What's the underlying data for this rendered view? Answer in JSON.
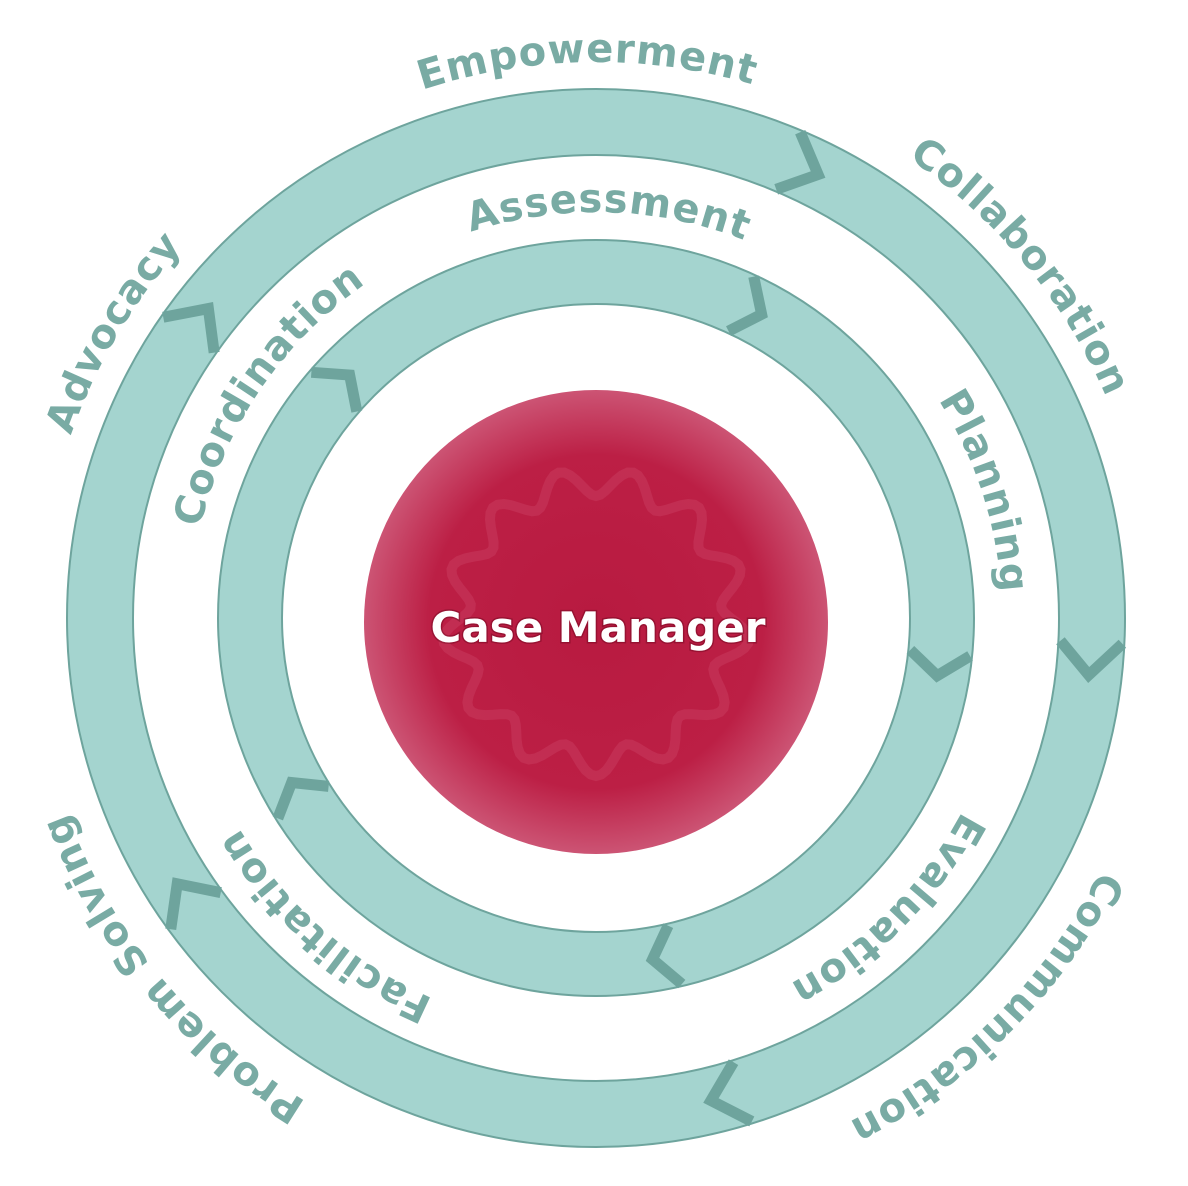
{
  "center": {
    "label": "Case Manager"
  },
  "outer_ring": {
    "labels": [
      "Empowerment",
      "Collaboration",
      "Communication",
      "Problem Solving",
      "Advocacy"
    ]
  },
  "inner_ring": {
    "labels": [
      "Assessment",
      "Planning",
      "Evaluation",
      "Facilitation",
      "Coordination"
    ]
  },
  "colors": {
    "ring_fill": "#a4d4cf",
    "ring_stroke": "#6ea49d",
    "label_text": "#79aba4",
    "center_fill": "#be1e44",
    "center_edge": "#c9506e",
    "center_text": "#ffffff"
  }
}
